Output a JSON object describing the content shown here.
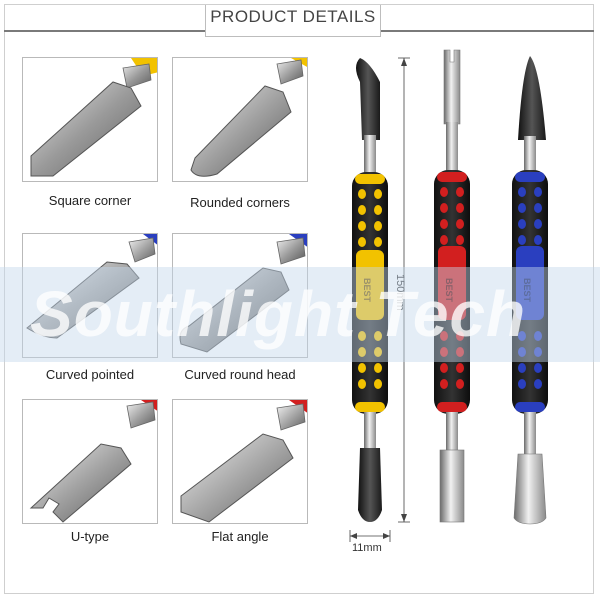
{
  "header": {
    "title": "PRODUCT DETAILS"
  },
  "tips": [
    {
      "label": "Square corner",
      "accent": "#f2c200"
    },
    {
      "label": "Rounded corners",
      "accent": "#f2c200"
    },
    {
      "label": "Curved pointed",
      "accent": "#2a3fbf"
    },
    {
      "label": "Curved round head",
      "accent": "#2a3fbf"
    },
    {
      "label": "U-type",
      "accent": "#d21f1f"
    },
    {
      "label": "Flat angle",
      "accent": "#d21f1f"
    }
  ],
  "tools": [
    {
      "handle_color": "#f2c200",
      "brand": "BEST"
    },
    {
      "handle_color": "#d21f1f",
      "brand": "BEST"
    },
    {
      "handle_color": "#2a3fbf",
      "brand": "BEST"
    }
  ],
  "dimensions": {
    "length": "150mm",
    "width": "11mm"
  },
  "watermark": {
    "text": "Southlight Tech"
  }
}
